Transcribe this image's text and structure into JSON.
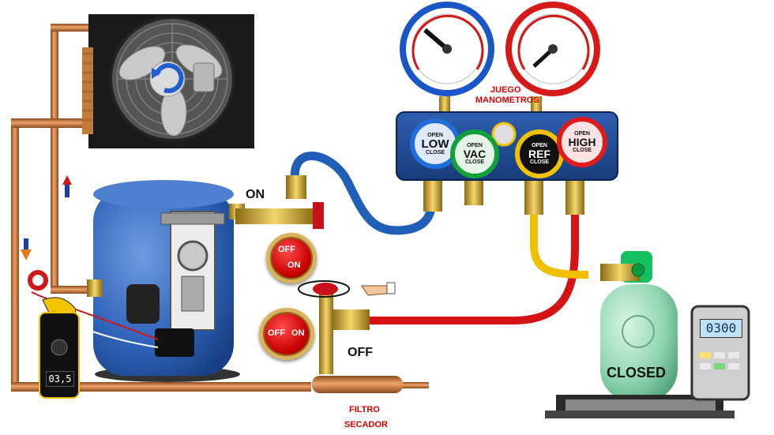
{
  "labels": {
    "juego_line1": "JUEGO",
    "juego_line2": "MANOMETROS",
    "on_valve": "ON",
    "off_valve": "OFF",
    "knob_top_off": "OFF",
    "knob_top_on": "ON",
    "knob_bottom_off": "OFF",
    "knob_bottom_on": "ON",
    "filtro_line1": "FILTRO",
    "filtro_line2": "SECADOR",
    "cylinder_state": "CLOSED"
  },
  "manifold": {
    "low": {
      "name": "LOW",
      "open": "OPEN",
      "close": "CLOSE",
      "ring_color": "#1e6fd9"
    },
    "vac": {
      "name": "VAC",
      "open": "OPEN",
      "close": "CLOSE",
      "ring_color": "#12a038"
    },
    "ref": {
      "name": "REF",
      "open": "OPEN",
      "close": "CLOSE",
      "ring_color": "#f2c200"
    },
    "high": {
      "name": "HIGH",
      "open": "OPEN",
      "close": "CLOSE",
      "ring_color": "#e01b1b"
    }
  },
  "clamp_meter": {
    "reading": "03,5"
  },
  "scale": {
    "reading": "0300"
  },
  "colors": {
    "copper": "#c8743a",
    "blue_hose": "#1f5fb8",
    "red_hose": "#d41414",
    "yellow_hose": "#f0c000",
    "compressor": "#2f63b8",
    "cylinder": "#8fd6b0"
  }
}
